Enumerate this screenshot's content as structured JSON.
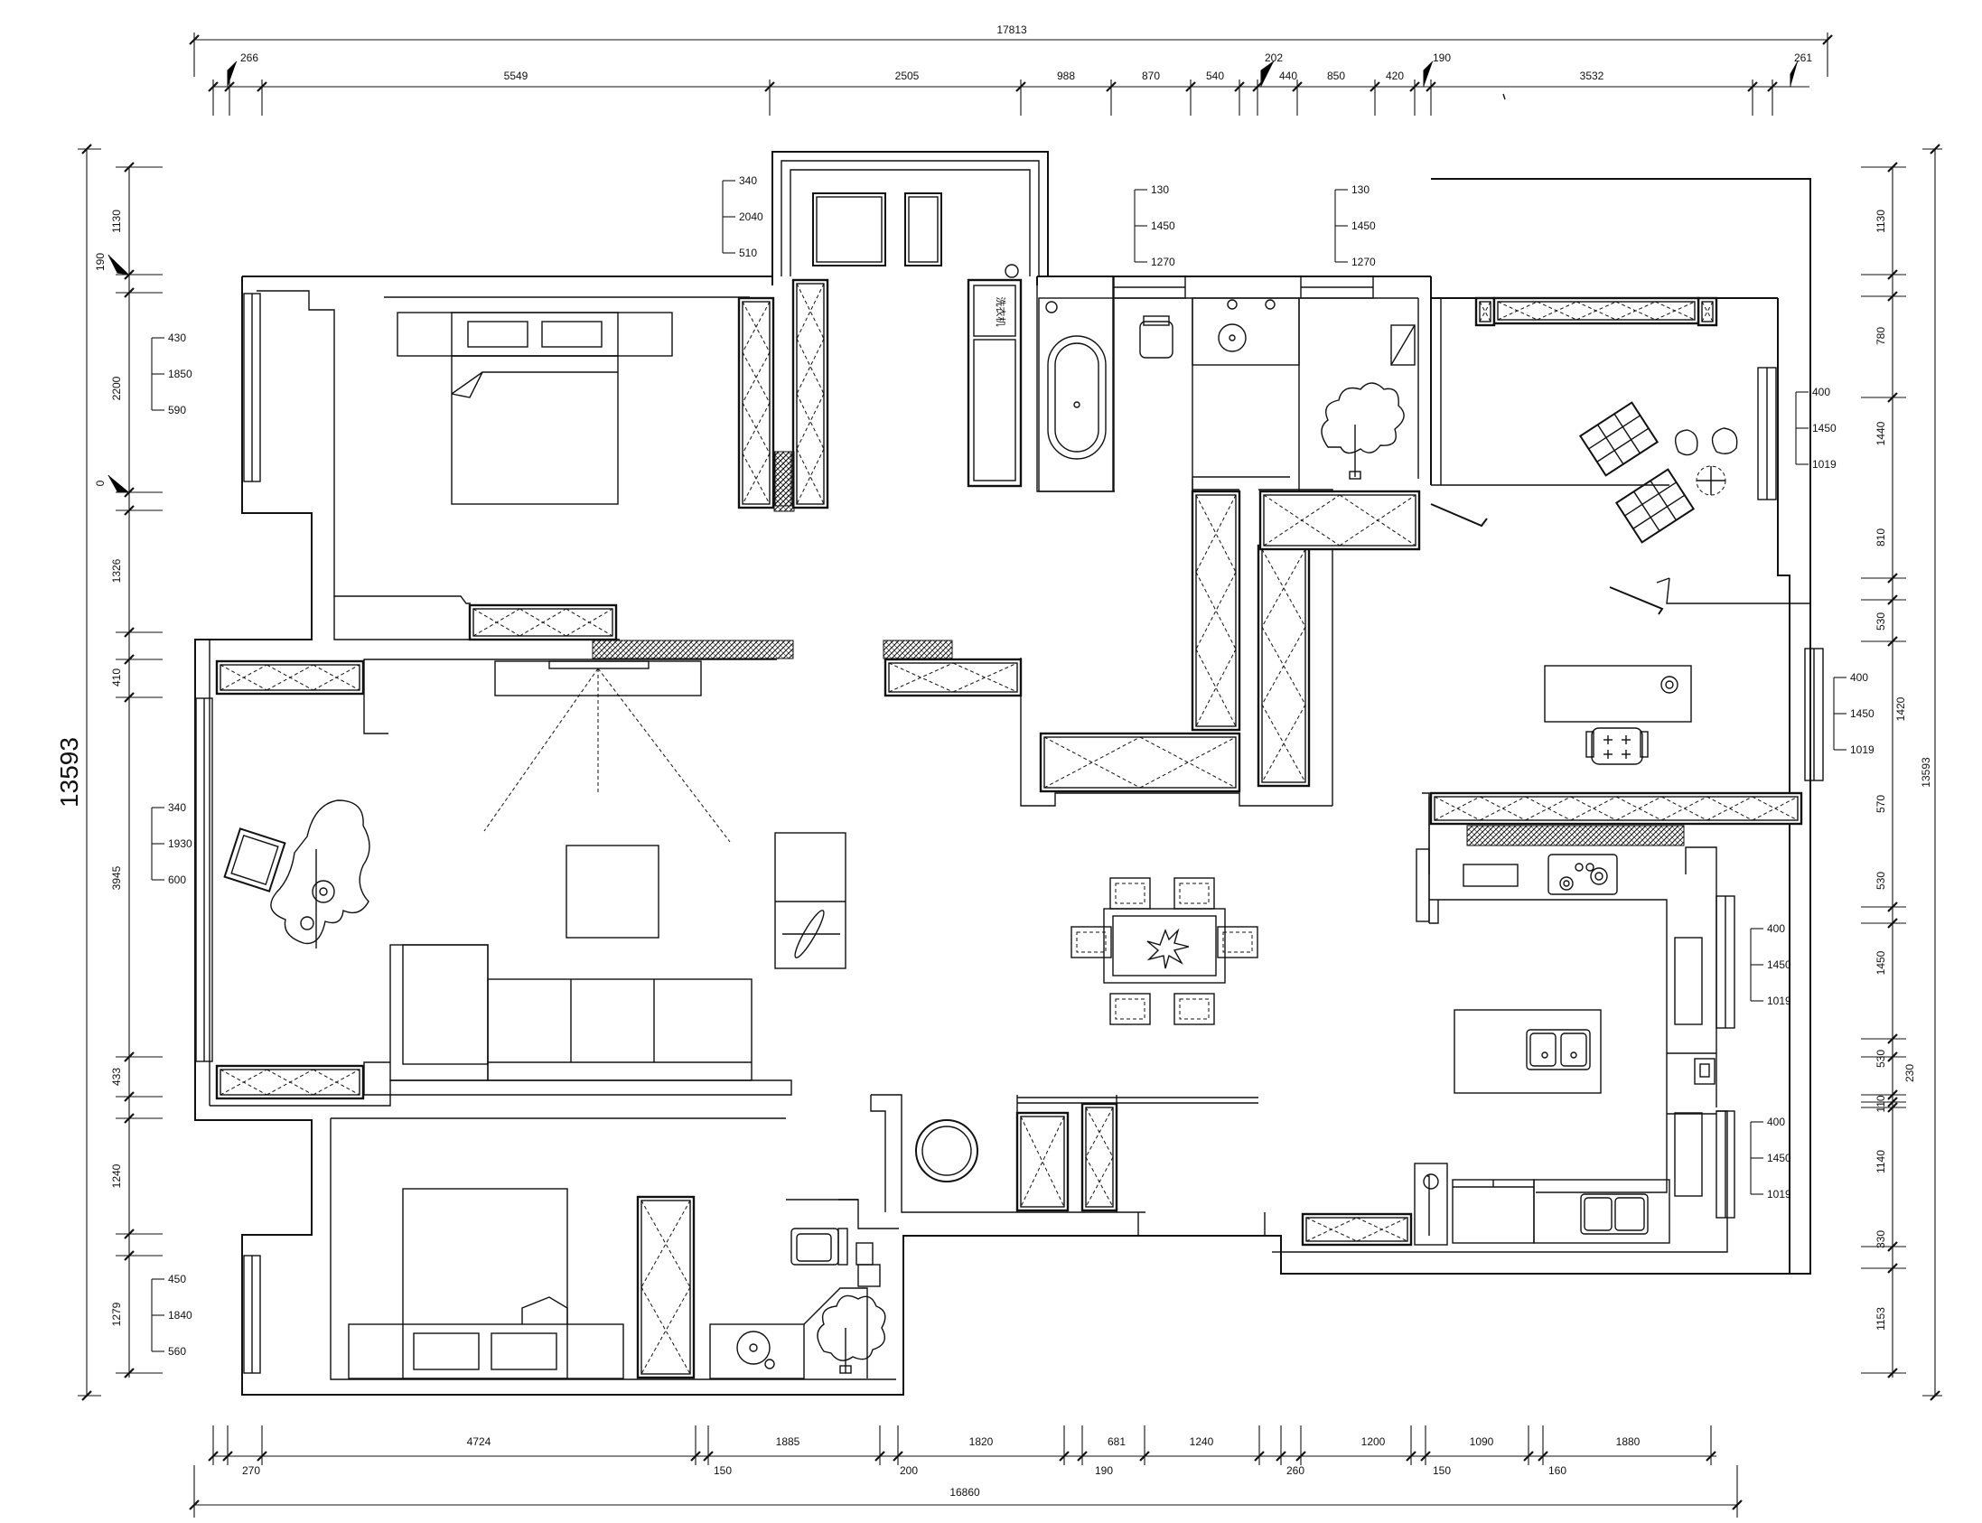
{
  "drawing": {
    "overall_height": "13593",
    "right_total": "13593",
    "top": {
      "total": "17813",
      "segments": [
        "266",
        "5549",
        "2505",
        "988",
        "870",
        "540",
        "202",
        "440",
        "850",
        "420",
        "190",
        "3532",
        "261"
      ]
    },
    "bottom": {
      "total": "16860",
      "segments": [
        "270",
        "4724",
        "150",
        "1885",
        "200",
        "1820",
        "190",
        "681",
        "1240",
        "260",
        "1200",
        "150",
        "1090",
        "160",
        "1880"
      ]
    },
    "left": {
      "segments": [
        "1130",
        "190",
        "2200",
        "0",
        "1326",
        "410",
        "3945",
        "433",
        "1240",
        "1279"
      ]
    },
    "right": {
      "segments": [
        "1130",
        "780",
        "1440",
        "810",
        "530",
        "1420",
        "570",
        "530",
        "1450",
        "530",
        "230",
        "110",
        "1140",
        "330",
        "1153"
      ]
    },
    "window_sets": {
      "left_upper": [
        "430",
        "1850",
        "590"
      ],
      "left_mid": [
        "340",
        "1930",
        "600"
      ],
      "left_lower": [
        "450",
        "1840",
        "560"
      ],
      "top_balcony": [
        "340",
        "2040",
        "510"
      ],
      "top_bath_a": [
        "130",
        "1450",
        "1270"
      ],
      "top_bath_b": [
        "130",
        "1450",
        "1270"
      ],
      "right_a": [
        "400",
        "1450",
        "1019"
      ],
      "right_b": [
        "400",
        "1450",
        "1019"
      ],
      "right_c": [
        "400",
        "1450",
        "1019"
      ],
      "right_d": [
        "400",
        "1450",
        "1019"
      ]
    },
    "laundry_label": "洗衣机"
  }
}
